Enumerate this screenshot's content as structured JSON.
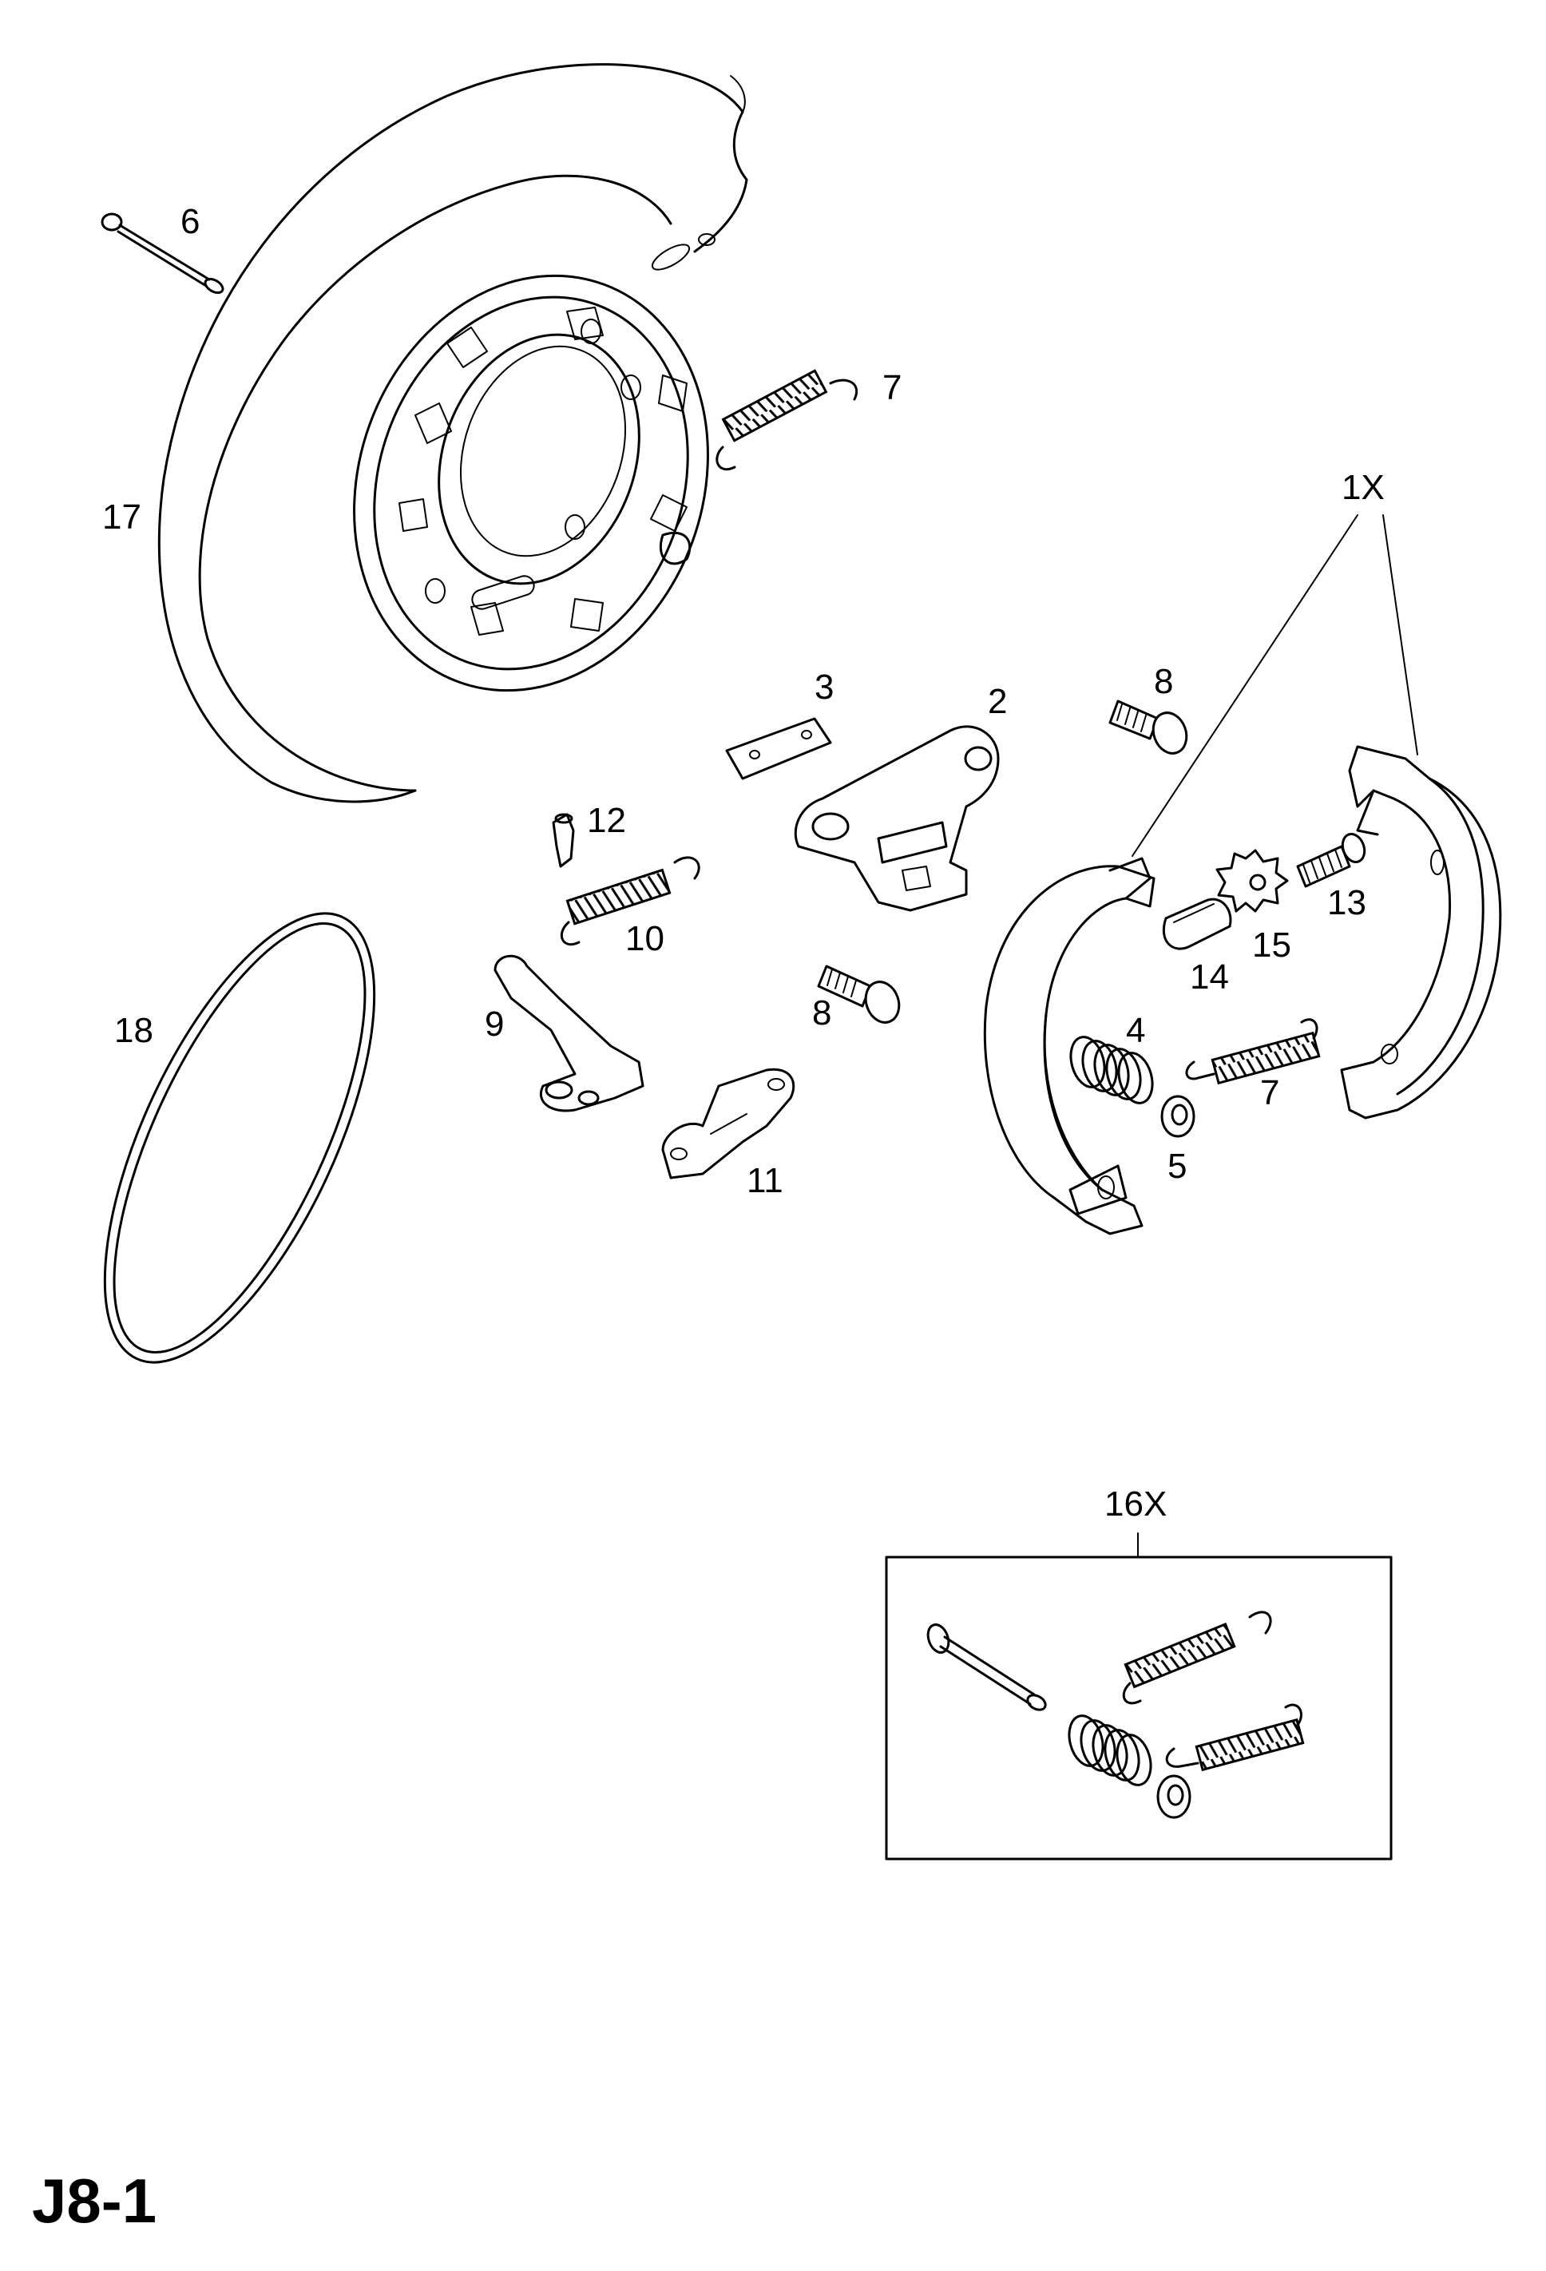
{
  "diagram": {
    "code": "J8-1",
    "callouts": {
      "p1x": "1X",
      "p2": "2",
      "p3": "3",
      "p4": "4",
      "p5": "5",
      "p6": "6",
      "p7a": "7",
      "p7b": "7",
      "p8a": "8",
      "p8b": "8",
      "p9": "9",
      "p10": "10",
      "p11": "11",
      "p12": "12",
      "p13": "13",
      "p14": "14",
      "p15": "15",
      "p16x": "16X",
      "p17": "17",
      "p18": "18"
    }
  }
}
